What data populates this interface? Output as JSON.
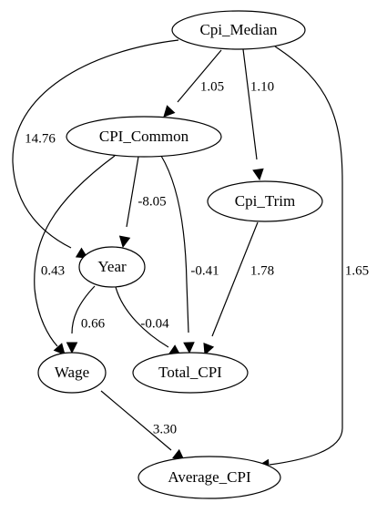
{
  "graph": {
    "nodes": [
      {
        "id": "cpi_median",
        "label": "Cpi_Median"
      },
      {
        "id": "cpi_common",
        "label": "CPI_Common"
      },
      {
        "id": "cpi_trim",
        "label": "Cpi_Trim"
      },
      {
        "id": "year",
        "label": "Year"
      },
      {
        "id": "wage",
        "label": "Wage"
      },
      {
        "id": "total_cpi",
        "label": "Total_CPI"
      },
      {
        "id": "average_cpi",
        "label": "Average_CPI"
      }
    ],
    "edges": [
      {
        "from": "cpi_median",
        "to": "cpi_common",
        "weight": "1.05"
      },
      {
        "from": "cpi_median",
        "to": "cpi_trim",
        "weight": "1.10"
      },
      {
        "from": "cpi_median",
        "to": "year",
        "weight": "14.76"
      },
      {
        "from": "cpi_median",
        "to": "average_cpi",
        "weight": "1.65"
      },
      {
        "from": "cpi_common",
        "to": "year",
        "weight": "-8.05"
      },
      {
        "from": "cpi_common",
        "to": "wage",
        "weight": "0.43"
      },
      {
        "from": "cpi_common",
        "to": "total_cpi",
        "weight": "-0.41"
      },
      {
        "from": "cpi_trim",
        "to": "total_cpi",
        "weight": "1.78"
      },
      {
        "from": "year",
        "to": "wage",
        "weight": "0.66"
      },
      {
        "from": "year",
        "to": "total_cpi",
        "weight": "-0.04"
      },
      {
        "from": "wage",
        "to": "average_cpi",
        "weight": "3.30"
      }
    ]
  }
}
